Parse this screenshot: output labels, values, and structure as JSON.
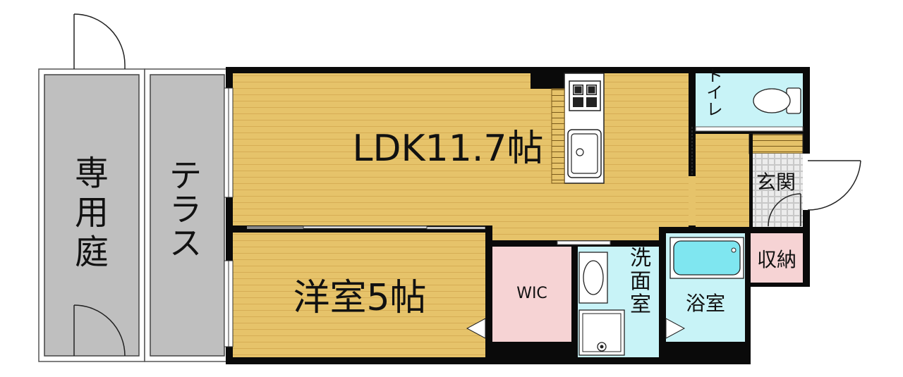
{
  "colors": {
    "wall": "#0a0a0a",
    "floor_wood": "#e6c36a",
    "floor_wood_line": "#d9b25a",
    "exterior_gray": "#bfbfbf",
    "wet_area": "#c8f3f7",
    "wic_pink": "#f6d3d4",
    "storage_pink": "#f6d3d4",
    "entry_tile": "#e6e6e6",
    "fixture_cyan": "#7fe6f0"
  },
  "rooms": {
    "ldk": "LDK11.7帖",
    "bedroom": "洋室5帖",
    "garden": "専用庭",
    "terrace": "テラス",
    "toilet": "トイレ",
    "entrance": "玄関",
    "storage": "収納",
    "wic": "WIC",
    "washroom": "洗面室",
    "bathroom": "浴室"
  },
  "icons": {
    "stove": "gas-stove-icon",
    "sink": "kitchen-sink-icon",
    "toilet": "toilet-icon",
    "bathtub": "bathtub-icon",
    "basin": "wash-basin-icon",
    "washer": "washing-machine-pan-icon",
    "door_swing": "door-swing-icon"
  }
}
